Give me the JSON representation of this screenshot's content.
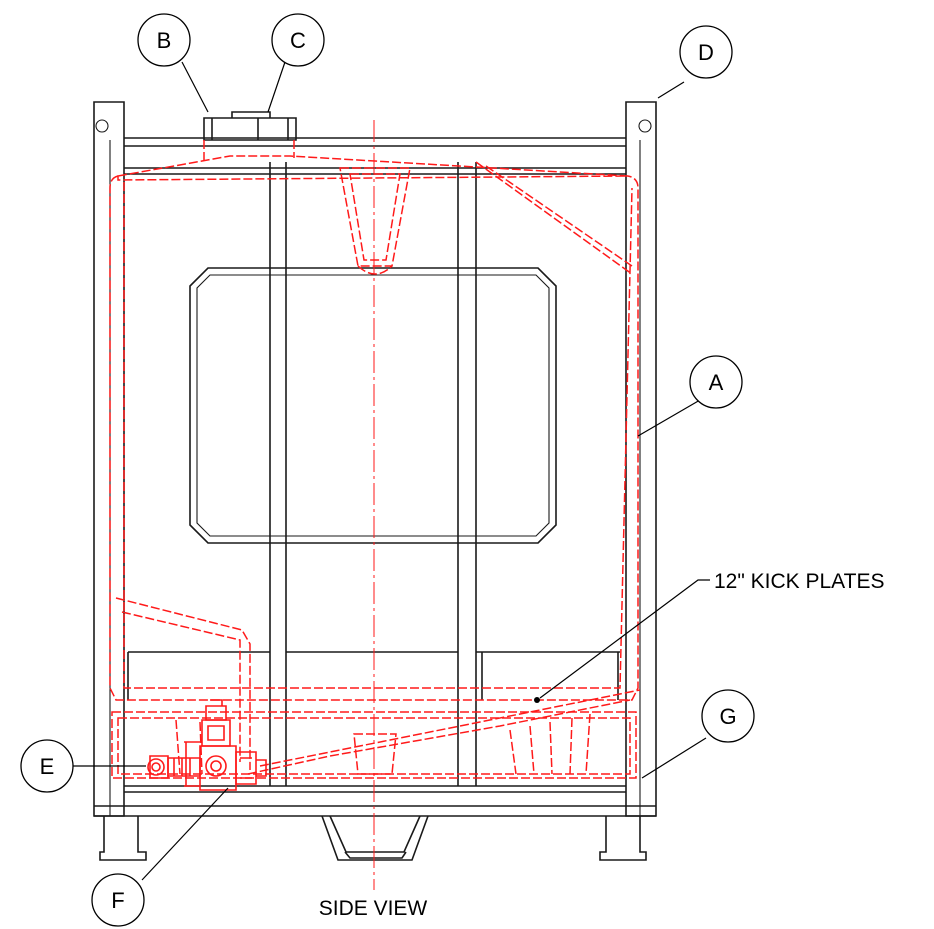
{
  "colors": {
    "frame": "#1a1a1a",
    "tank": "#ff1a1a",
    "callout": "#000000"
  },
  "callouts": {
    "a": "A",
    "b": "B",
    "c": "C",
    "d": "D",
    "e": "E",
    "f": "F",
    "g": "G"
  },
  "labels": {
    "kick_plates": "12\" KICK PLATES",
    "view_title": "SIDE VIEW"
  }
}
